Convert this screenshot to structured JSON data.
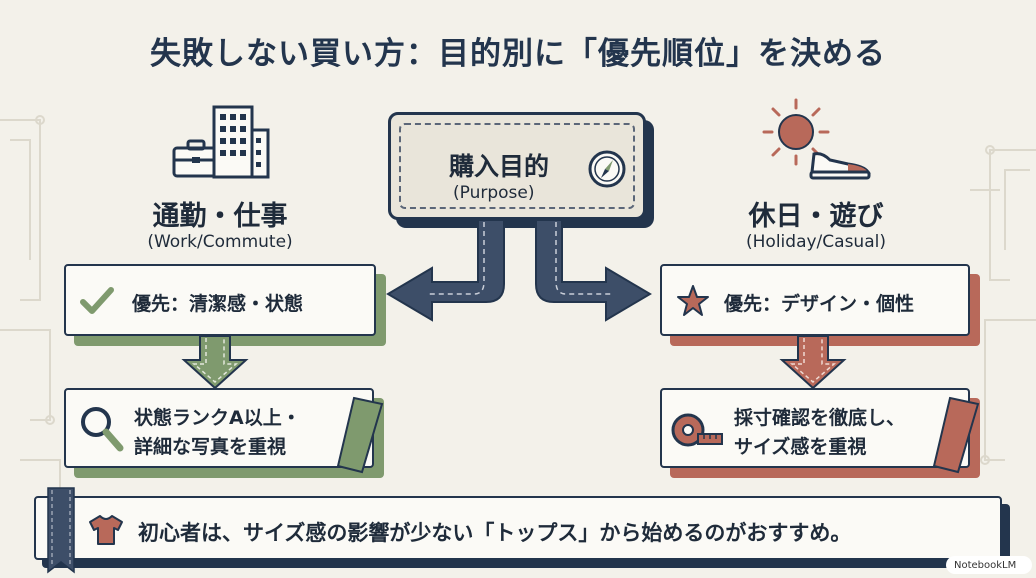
{
  "title": "失敗しない買い方：目的別に「優先順位」を決める",
  "center": {
    "title": "購入目的",
    "subtitle": "(Purpose)",
    "icon": "compass-icon"
  },
  "left": {
    "title": "通勤・仕事",
    "subtitle": "(Work/Commute)",
    "priority": "優先：清潔感・状態",
    "action": [
      "状態ランクA以上・",
      "詳細な写真を重視"
    ],
    "icons": [
      "briefcase-icon",
      "building-icon",
      "checkmark-icon",
      "magnifier-icon"
    ]
  },
  "right": {
    "title": "休日・遊び",
    "subtitle": "(Holiday/Casual)",
    "priority": "優先：デザイン・個性",
    "action": [
      "採寸確認を徹底し、",
      "サイズ感を重視"
    ],
    "icons": [
      "sun-icon",
      "sneaker-icon",
      "star-icon",
      "tape-measure-icon"
    ]
  },
  "tip": {
    "text": "初心者は、サイズ感の影響が少ない「トップス」から始めるのがおすすめ。",
    "icon": "tshirt-icon"
  },
  "badge": "NotebookLM",
  "colors": {
    "navy": "#23354d",
    "green": "#7f9a6e",
    "terracotta": "#b8695a",
    "background": "#f3f1ea"
  }
}
